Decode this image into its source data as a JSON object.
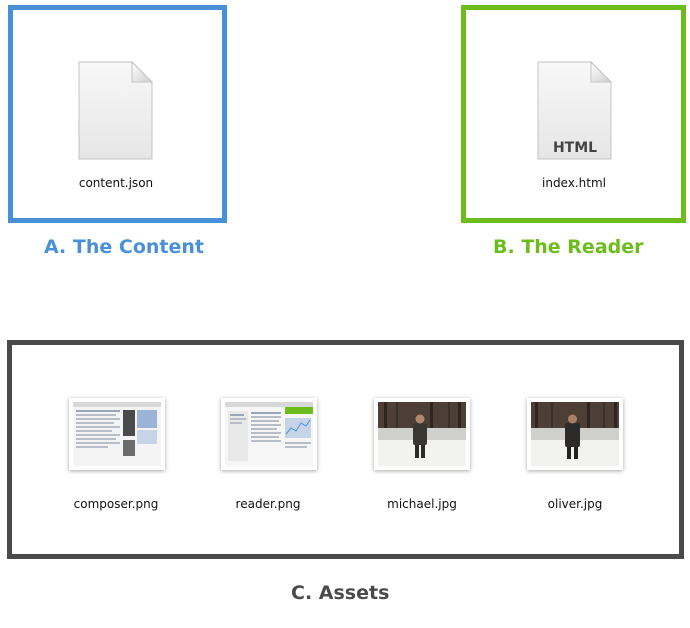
{
  "content": {
    "filename": "content.json",
    "caption": "A. The Content"
  },
  "reader": {
    "filename": "index.html",
    "badge": "HTML",
    "caption": "B. The Reader"
  },
  "assets": {
    "caption": "C. Assets",
    "files": [
      {
        "name": "composer.png",
        "icon": "screenshot-thumbnail-icon"
      },
      {
        "name": "reader.png",
        "icon": "screenshot-thumbnail-icon"
      },
      {
        "name": "michael.jpg",
        "icon": "photo-thumbnail-icon"
      },
      {
        "name": "oliver.jpg",
        "icon": "photo-thumbnail-icon"
      }
    ]
  },
  "colors": {
    "content": "#4a90d9",
    "reader": "#6cbd1c",
    "assets": "#4a4a4a"
  }
}
